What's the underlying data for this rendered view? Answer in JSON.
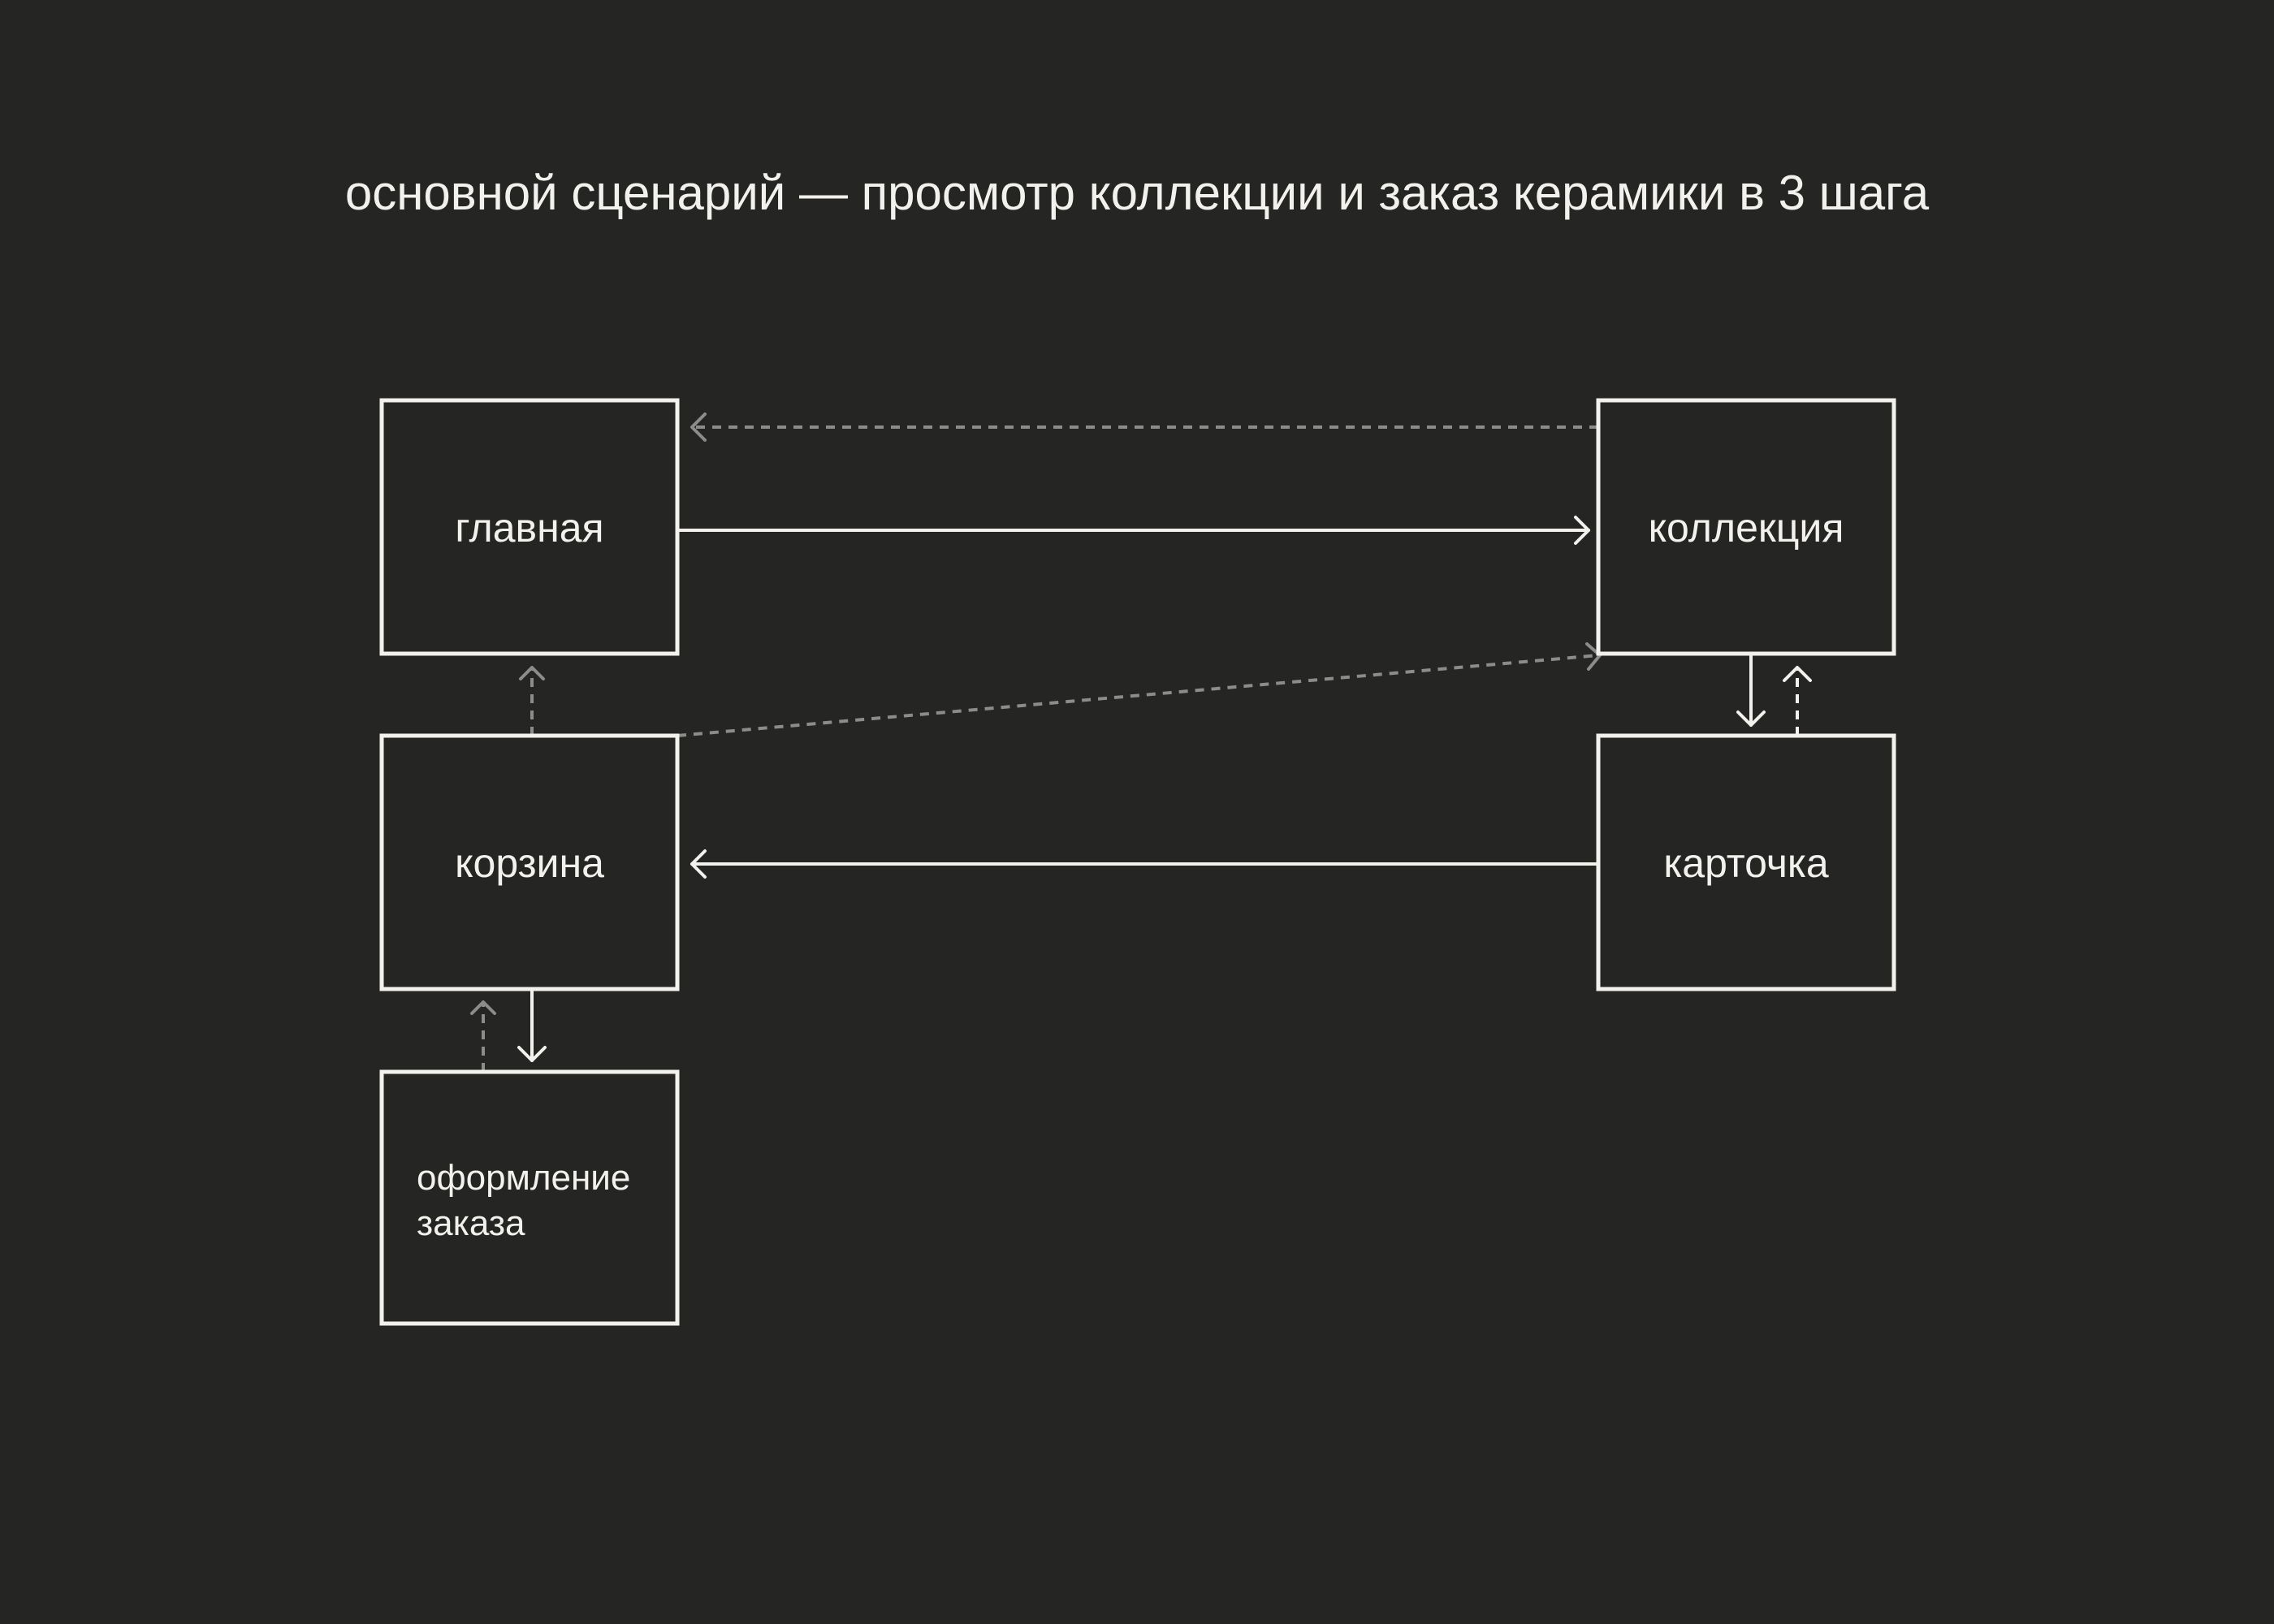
{
  "title": "основной сценарий — просмотр коллекции и заказ керамики в 3 шага",
  "nodes": {
    "home": "главная",
    "collection": "коллекция",
    "cart": "корзина",
    "card": "карточка",
    "checkout_line1": "оформление",
    "checkout_line2": "заказа"
  },
  "edges": [
    {
      "from": "главная",
      "to": "коллекция",
      "style": "solid"
    },
    {
      "from": "коллекция",
      "to": "главная",
      "style": "dashed"
    },
    {
      "from": "корзина",
      "to": "коллекция",
      "style": "dashed"
    },
    {
      "from": "коллекция",
      "to": "карточка",
      "style": "solid"
    },
    {
      "from": "карточка",
      "to": "коллекция",
      "style": "dashed"
    },
    {
      "from": "карточка",
      "to": "корзина",
      "style": "solid"
    },
    {
      "from": "корзина",
      "to": "главная",
      "style": "dashed"
    },
    {
      "from": "корзина",
      "to": "оформление заказа",
      "style": "solid"
    },
    {
      "from": "оформление заказа",
      "to": "корзина",
      "style": "dashed"
    }
  ],
  "colors": {
    "background": "#252523",
    "stroke": "#f2f1ee",
    "dashed": "#8c8c8a"
  }
}
